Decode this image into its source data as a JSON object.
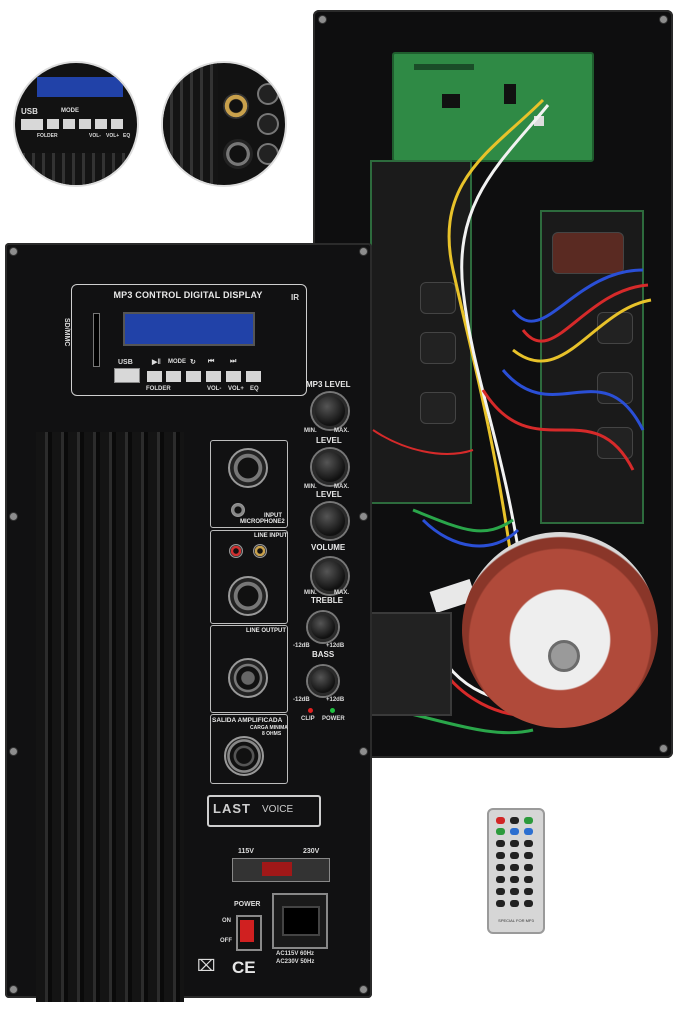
{
  "mp3": {
    "title": "MP3 CONTROL DIGITAL DISPLAY",
    "ir": "IR",
    "sd": "SD/MMC",
    "usb": "USB",
    "mode": "MODE",
    "folder": "FOLDER",
    "vol_minus": "VOL-",
    "vol_plus": "VOL+",
    "eq": "EQ"
  },
  "knobs": {
    "mp3_level": "MP3 LEVEL",
    "level1": "LEVEL",
    "level2": "LEVEL",
    "volume": "VOLUME",
    "treble": "TREBLE",
    "bass": "BASS",
    "min": "MIN.",
    "max": "MAX.",
    "minus12": "-12dB",
    "plus12": "+12dB"
  },
  "inputs": {
    "input_mic": "INPUT",
    "mic2": "MICROPHONE2",
    "line_input": "LINE INPUT",
    "line_output": "LINE OUTPUT",
    "salida": "SALIDA AMPLIFICADA",
    "carga": "CARGA MINIMA",
    "ohms": "8 OHMS"
  },
  "indicators": {
    "clip": "CLIP",
    "power": "POWER"
  },
  "logo": {
    "last": "LAST",
    "voice": "VOICE"
  },
  "voltage": {
    "v115": "115V",
    "v230": "230V",
    "ac_line1": "AC115V 60Hz",
    "ac_line2": "AC230V 50Hz"
  },
  "switch": {
    "power": "POWER",
    "on": "ON",
    "off": "OFF"
  },
  "marks": {
    "ce": "CE"
  },
  "zoom_left": {
    "usb": "USB",
    "mode": "MODE",
    "folder": "FOLDER",
    "vol_minus": "VOL-",
    "vol_plus": "VOL+",
    "eq": "EQ"
  },
  "remote": {
    "caption": "SPECIAL FOR MP3"
  },
  "colors": {
    "panel": "#111112",
    "lcd": "#2142a8",
    "pcb": "#2f8a45",
    "toroid": "#b04a3a"
  }
}
